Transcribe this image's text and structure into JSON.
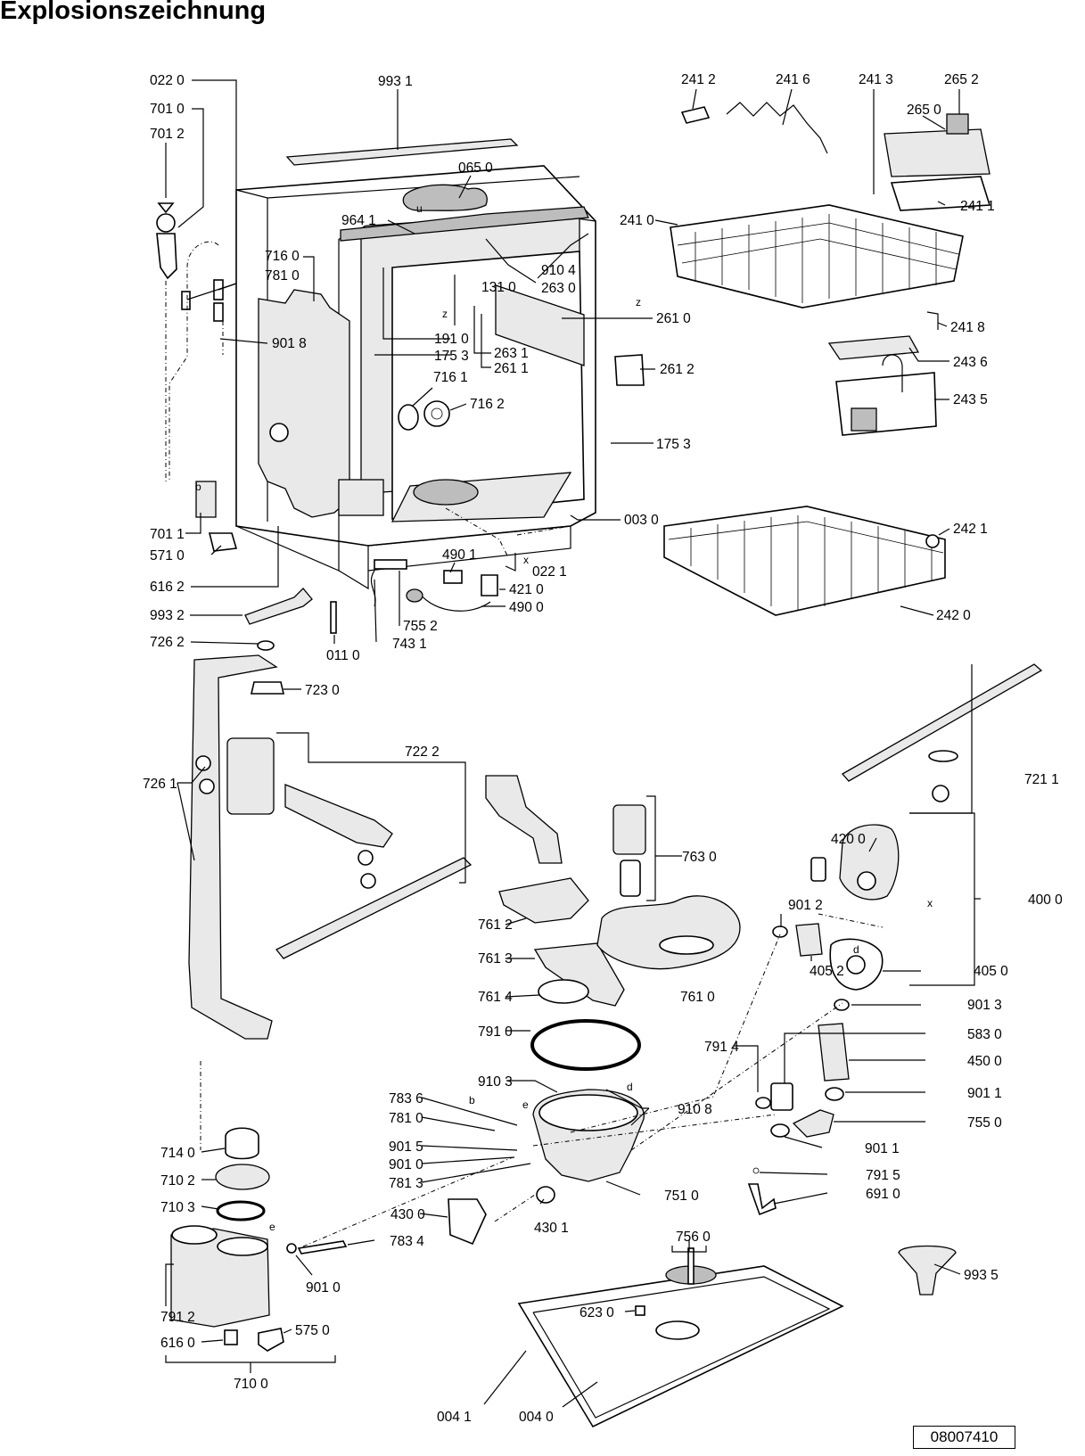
{
  "title": "Explosionszeichnung",
  "document_number": "08007410",
  "part_labels": {
    "l0220": "022 0",
    "l7010": "701 0",
    "l7012": "701 2",
    "l9931": "993 1",
    "l0650": "065 0",
    "l9641": "964 1",
    "l7160": "716 0",
    "l7810": "781 0",
    "l9104": "910 4",
    "l1310": "131 0",
    "l2630": "263 0",
    "l9018": "901 8",
    "l1910": "191 0",
    "l1753a": "175 3",
    "l2631": "263 1",
    "l2611": "261 1",
    "l2610": "261 0",
    "l2612": "261 2",
    "l7161": "716 1",
    "l7162": "716 2",
    "l1753b": "175 3",
    "l2412": "241 2",
    "l2416": "241 6",
    "l2413": "241 3",
    "l2652": "265 2",
    "l2650": "265 0",
    "l2410": "241 0",
    "l2411": "241 1",
    "l2418": "241 8",
    "l2436": "243 6",
    "l2435": "243 5",
    "l2421": "242 1",
    "l2420": "242 0",
    "l7011": "701 1",
    "l5710": "571 0",
    "l6162": "616 2",
    "l9932": "993 2",
    "l0030": "003 0",
    "l4901": "490 1",
    "l0221": "022 1",
    "l4210": "421 0",
    "l4900": "490 0",
    "l7552": "755 2",
    "l7431": "743 1",
    "l0110": "011 0",
    "l7262": "726 2",
    "l7230": "723 0",
    "l7222": "722 2",
    "l7261": "726 1",
    "l7211": "721 1",
    "l7630": "763 0",
    "l4200": "420 0",
    "l4000": "400 0",
    "l9012": "901 2",
    "l7612": "761 2",
    "l7613": "761 3",
    "l4052": "405 2",
    "l4050": "405 0",
    "l7614": "761 4",
    "l7610": "761 0",
    "l9013": "901 3",
    "l7910": "791 0",
    "l7914": "791 4",
    "l5830": "583 0",
    "l4500": "450 0",
    "l9103": "910 3",
    "l7836": "783 6",
    "l9108": "910 8",
    "l9011a": "901 1",
    "l7810b": "781 0",
    "l7550": "755 0",
    "l9015": "901 5",
    "l9011b": "901 1",
    "l9010": "901 0",
    "l7813": "781 3",
    "l7915": "791 5",
    "l7510": "751 0",
    "l6910": "691 0",
    "l7140": "714 0",
    "l7102": "710 2",
    "l7103": "710 3",
    "l4300": "430 0",
    "l4301": "430 1",
    "l7834": "783 4",
    "l7560": "756 0",
    "l9935": "993 5",
    "l9010b": "901 0",
    "l6230": "623 0",
    "l7912": "791 2",
    "l6160": "616 0",
    "l5750": "575 0",
    "l7100": "710 0",
    "l0041": "004 1",
    "l0040": "004 0"
  },
  "marker_letters": {
    "b1": "b",
    "z1": "z",
    "z2": "z",
    "u1": "u",
    "x1": "x",
    "x2": "x",
    "d1": "d",
    "d2": "d",
    "e1": "e",
    "e2": "e",
    "b2": "b"
  }
}
